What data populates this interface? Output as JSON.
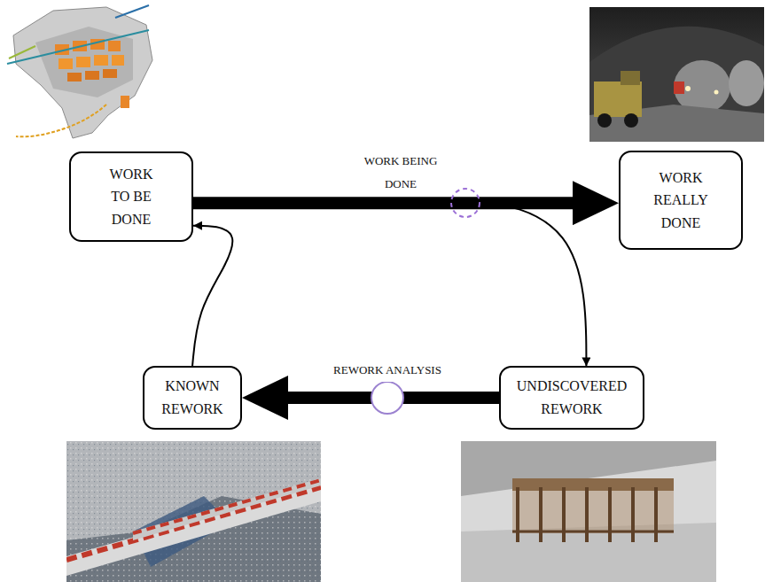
{
  "diagram": {
    "nodes": [
      {
        "text": [
          "WORK TO BE DONE"
        ]
      },
      {
        "text": [
          "WORK REALLY DONE"
        ]
      },
      {
        "text": [
          "KNOWN REWORK"
        ]
      },
      {
        "text": [
          "UNDISCOVERED REWORK"
        ]
      }
    ],
    "edges": [
      {
        "from": 0,
        "to": 1,
        "arrow": "to",
        "label": "WORK BEING DONE"
      },
      {
        "from": 0,
        "to": 3,
        "arrow": "to"
      },
      {
        "from": 3,
        "to": 2,
        "arrow": "to",
        "label": "REWORK ANALYSIS"
      },
      {
        "from": 2,
        "to": 0,
        "arrow": "to"
      }
    ]
  }
}
